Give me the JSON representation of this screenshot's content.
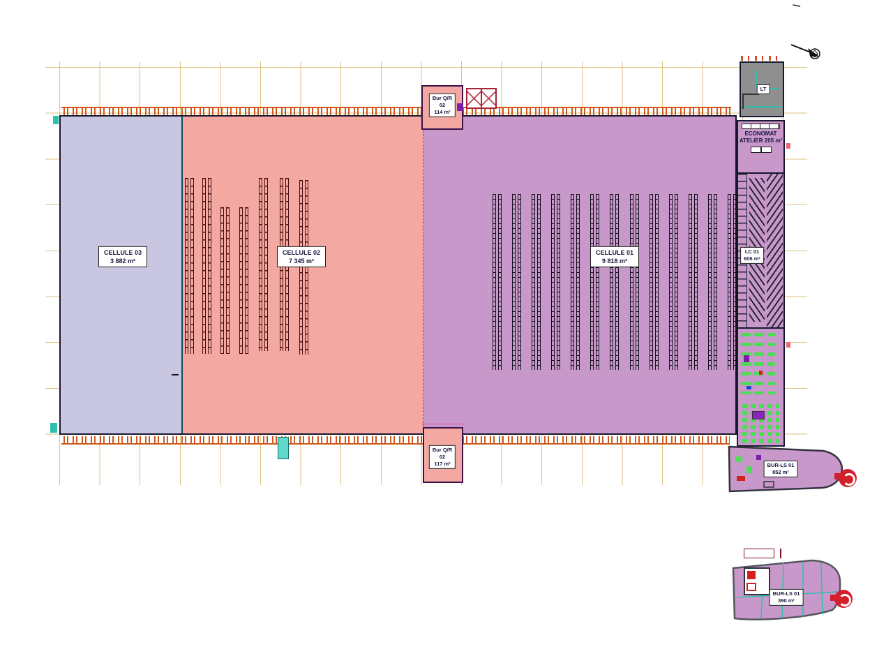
{
  "plan": {
    "zones": {
      "cellule03": {
        "label": "CELLULE 03",
        "area": "3 882 m²"
      },
      "cellule02": {
        "label": "CELLULE 02",
        "area": "7 345 m²"
      },
      "cellule01": {
        "label": "CELLULE 01",
        "area": "9 818 m²"
      },
      "bur_qr_top": {
        "label": "Bur Q/R",
        "level": "02",
        "area": "114 m²"
      },
      "bur_qr_bottom": {
        "label": "Bur Q/R",
        "level": "02",
        "area": "117 m²"
      },
      "lt": {
        "label": "LT"
      },
      "economat": {
        "label_line1": "ECONOMAT",
        "label_line2": "ATELIER",
        "area": "205 m²"
      },
      "lc01": {
        "label": "LC 01",
        "area": "606 m²"
      },
      "bur_ls_ground": {
        "label": "BUR-LS 01",
        "area": "852 m²"
      },
      "bur_ls_upper": {
        "label": "BUR-LS 01",
        "area": "390 m²"
      }
    },
    "colors": {
      "cellule01_fill": "#c998cb",
      "cellule02_fill": "#f3a8a2",
      "cellule03_fill": "#c9c6e1",
      "lt_fill": "#8f8f8f",
      "grid_line": "#d8b76a",
      "dock_door": "#cc5a1e",
      "wall": "#18182f",
      "rack_dark": "#101018",
      "rack_maroon": "#4a0d0d",
      "stair_red": "#d41f2c",
      "accent_green": "#4ddc55",
      "accent_teal": "#2fbfae"
    }
  }
}
